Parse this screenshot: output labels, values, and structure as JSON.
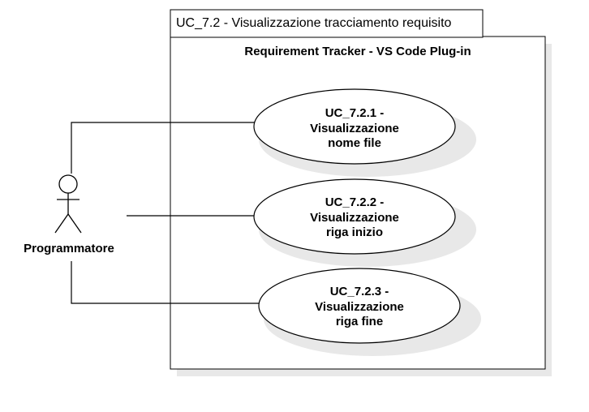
{
  "diagram": {
    "frame_label": "UC_7.2 - Visualizzazione tracciamento requisito",
    "system_title": "Requirement Tracker - VS Code Plug-in",
    "actor": {
      "name": "Programmatore"
    },
    "use_cases": [
      {
        "lines": [
          "UC_7.2.1 -",
          "Visualizzazione",
          "nome file"
        ]
      },
      {
        "lines": [
          "UC_7.2.2 -",
          "Visualizzazione",
          "riga inizio"
        ]
      },
      {
        "lines": [
          "UC_7.2.3 -",
          "Visualizzazione",
          "riga fine"
        ]
      }
    ]
  }
}
